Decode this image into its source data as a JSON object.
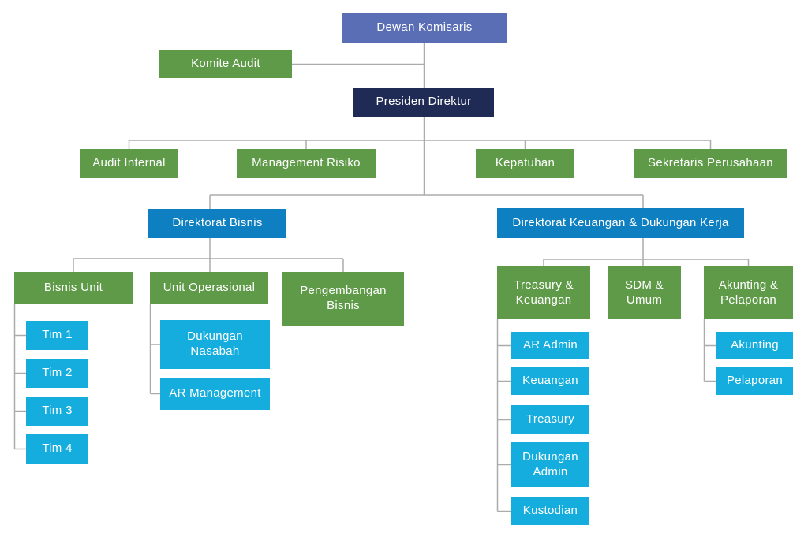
{
  "diagram": {
    "type": "org-chart",
    "colors": {
      "board_box": "#5a6eb5",
      "president_box": "#1f2a55",
      "department_box": "#5e9a48",
      "directorate_box": "#0e7fc0",
      "subunit_box": "#14adde",
      "connector_line": "#ababab",
      "text": "#ffffff",
      "background": "#ffffff"
    }
  },
  "nodes": {
    "dewan_komisaris": "Dewan Komisaris",
    "komite_audit": "Komite Audit",
    "presiden_direktur": "Presiden Direktur",
    "audit_internal": "Audit Internal",
    "management_risiko": "Management Risiko",
    "kepatuhan": "Kepatuhan",
    "sekretaris_perusahaan": "Sekretaris Perusahaan",
    "direktorat_bisnis": "Direktorat Bisnis",
    "direktorat_keuangan": "Direktorat Keuangan & Dukungan Kerja",
    "bisnis_unit": "Bisnis Unit",
    "unit_operasional": "Unit Operasional",
    "pengembangan_bisnis": "Pengembangan Bisnis",
    "tim_1": "Tim 1",
    "tim_2": "Tim 2",
    "tim_3": "Tim 3",
    "tim_4": "Tim 4",
    "dukungan_nasabah": "Dukungan Nasabah",
    "ar_management": "AR Management",
    "treasury_keuangan": "Treasury & Keuangan",
    "sdm_umum": "SDM & Umum",
    "akunting_pelaporan": "Akunting & Pelaporan",
    "ar_admin": "AR Admin",
    "keuangan": "Keuangan",
    "treasury": "Treasury",
    "dukungan_admin": "Dukungan Admin",
    "kustodian": "Kustodian",
    "akunting": "Akunting",
    "pelaporan": "Pelaporan"
  },
  "structure": [
    {
      "parent": "Dewan Komisaris",
      "children": [
        "Komite Audit",
        "Presiden Direktur"
      ]
    },
    {
      "parent": "Presiden Direktur",
      "children": [
        "Audit Internal",
        "Management Risiko",
        "Kepatuhan",
        "Sekretaris Perusahaan",
        "Direktorat Bisnis",
        "Direktorat Keuangan & Dukungan Kerja"
      ]
    },
    {
      "parent": "Direktorat Bisnis",
      "children": [
        "Bisnis Unit",
        "Unit Operasional",
        "Pengembangan Bisnis"
      ]
    },
    {
      "parent": "Bisnis Unit",
      "children": [
        "Tim 1",
        "Tim 2",
        "Tim 3",
        "Tim 4"
      ]
    },
    {
      "parent": "Unit Operasional",
      "children": [
        "Dukungan Nasabah",
        "AR Management"
      ]
    },
    {
      "parent": "Direktorat Keuangan & Dukungan Kerja",
      "children": [
        "Treasury & Keuangan",
        "SDM & Umum",
        "Akunting & Pelaporan"
      ]
    },
    {
      "parent": "Treasury & Keuangan",
      "children": [
        "AR Admin",
        "Keuangan",
        "Treasury",
        "Dukungan Admin",
        "Kustodian"
      ]
    },
    {
      "parent": "Akunting & Pelaporan",
      "children": [
        "Akunting",
        "Pelaporan"
      ]
    }
  ]
}
